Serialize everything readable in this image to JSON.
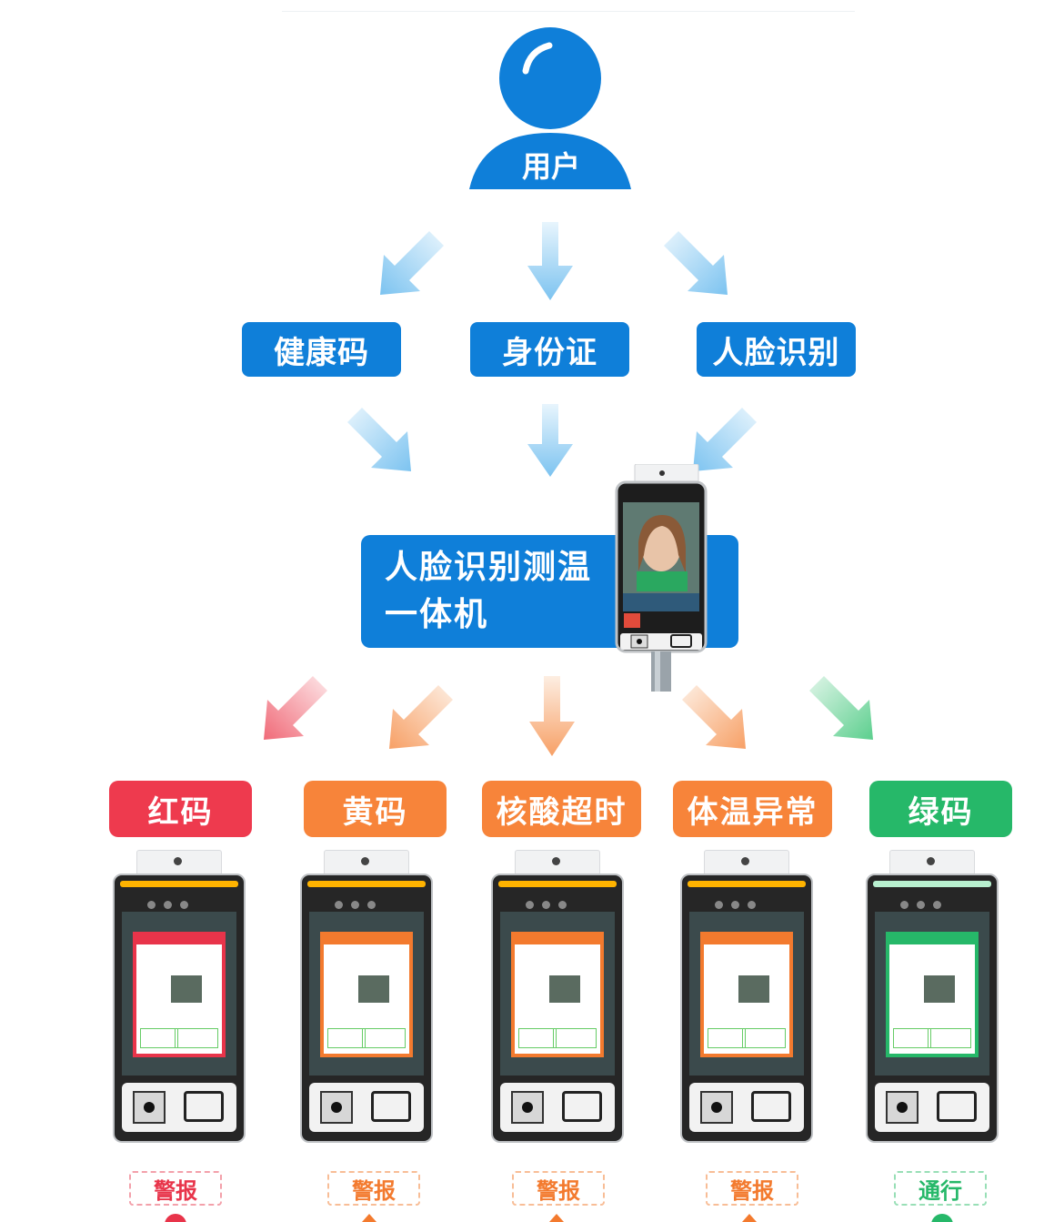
{
  "user": {
    "label": "用户"
  },
  "verify_methods": [
    "健康码",
    "身份证",
    "人脸识别"
  ],
  "device": {
    "line1": "人脸识别测温",
    "line2": "一体机"
  },
  "results": [
    {
      "label": "红码",
      "status": "警报"
    },
    {
      "label": "黄码",
      "status": "警报"
    },
    {
      "label": "核酸超时",
      "status": "警报"
    },
    {
      "label": "体温异常",
      "status": "警报"
    },
    {
      "label": "绿码",
      "status": "通行"
    }
  ],
  "colors": {
    "blue": "#0f7fd9",
    "arrow_blue": "#7cc3f0",
    "red": "#ee3a4e",
    "orange": "#f7843a",
    "green": "#26b869"
  }
}
